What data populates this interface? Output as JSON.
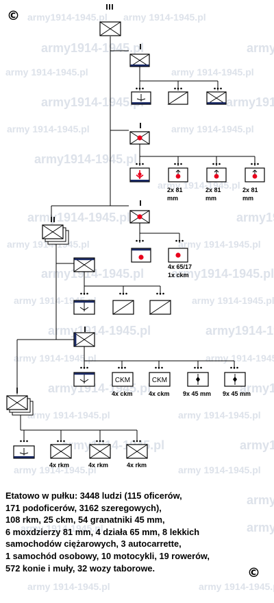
{
  "copyright_symbol": "©",
  "watermark": [
    "army1914-1945.pl",
    "army 1914-1945.pl"
  ],
  "unit_labels": {
    "mortar": "2x 81 mm",
    "infantry_gun": "4x 65/17 1x ckm",
    "ckm": "CKM",
    "ckm_count": "4x ckm",
    "grenade": "9x 45 mm",
    "rkm": "4x rkm"
  },
  "summary_lines": [
    "Etatowo w pułku: 3448 ludzi (115 oficerów,",
    "171 podoficerów, 3162 szeregowych),",
    "108 rkm, 25 ckm, 54  granatniki 45 mm,",
    "6 moxdzierzy 81 mm,  4  działa 65 mm, 8 lekkich",
    "samochodów  ciężarowych, 3 autocarrette,",
    "1 samochód  osobowy, 10 motocykli, 19 rowerów,",
    "572  konie i muły, 32 wozy taborowe."
  ]
}
